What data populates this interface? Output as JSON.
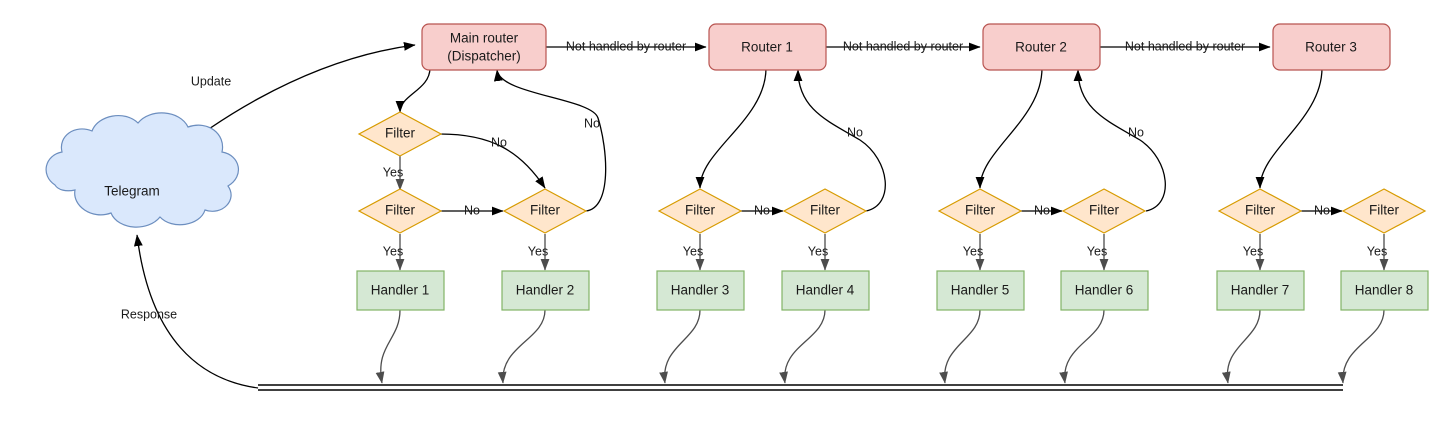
{
  "diagram": {
    "title": "Telegram bot update routing flow",
    "colors": {
      "router_fill": "#f8cecc",
      "router_stroke": "#b85450",
      "filter_fill": "#ffe6cc",
      "filter_stroke": "#d79b00",
      "handler_fill": "#d5e8d4",
      "handler_stroke": "#82b366",
      "cloud_fill": "#dae8fc",
      "cloud_stroke": "#6c8ebf",
      "edge": "#000000",
      "background": "#ffffff"
    },
    "source": {
      "label_line1": "Telegram",
      "label_line2": ""
    },
    "routers": [
      {
        "id": "main-router",
        "line1": "Main router",
        "line2": "(Dispatcher)"
      },
      {
        "id": "router-1",
        "line1": "Router 1",
        "line2": ""
      },
      {
        "id": "router-2",
        "line1": "Router 2",
        "line2": ""
      },
      {
        "id": "router-3",
        "line1": "Router 3",
        "line2": ""
      }
    ],
    "filters": [
      {
        "id": "filter-1",
        "label": "Filter"
      },
      {
        "id": "filter-2",
        "label": "Filter"
      },
      {
        "id": "filter-3",
        "label": "Filter"
      },
      {
        "id": "filter-4",
        "label": "Filter"
      },
      {
        "id": "filter-5",
        "label": "Filter"
      },
      {
        "id": "filter-6",
        "label": "Filter"
      },
      {
        "id": "filter-7",
        "label": "Filter"
      },
      {
        "id": "filter-8",
        "label": "Filter"
      },
      {
        "id": "filter-9",
        "label": "Filter"
      },
      {
        "id": "filter-10",
        "label": "Filter"
      }
    ],
    "handlers": [
      {
        "id": "handler-1",
        "label": "Handler 1"
      },
      {
        "id": "handler-2",
        "label": "Handler 2"
      },
      {
        "id": "handler-3",
        "label": "Handler 3"
      },
      {
        "id": "handler-4",
        "label": "Handler 4"
      },
      {
        "id": "handler-5",
        "label": "Handler 5"
      },
      {
        "id": "handler-6",
        "label": "Handler 6"
      },
      {
        "id": "handler-7",
        "label": "Handler 7"
      },
      {
        "id": "handler-8",
        "label": "Handler 8"
      }
    ],
    "edge_labels": {
      "update": "Update",
      "response": "Response",
      "not_handled": "Not handled by router",
      "yes": "Yes",
      "no": "No"
    },
    "not_handled_labels": [
      "Not handled by router",
      "Not handled by router",
      "Not handled by router"
    ],
    "yes_labels": [
      "Yes",
      "Yes",
      "Yes",
      "Yes",
      "Yes",
      "Yes",
      "Yes",
      "Yes",
      "Yes",
      "Yes"
    ],
    "no_labels": [
      "No",
      "No",
      "No",
      "No",
      "No",
      "No",
      "No",
      "No",
      "No"
    ]
  }
}
